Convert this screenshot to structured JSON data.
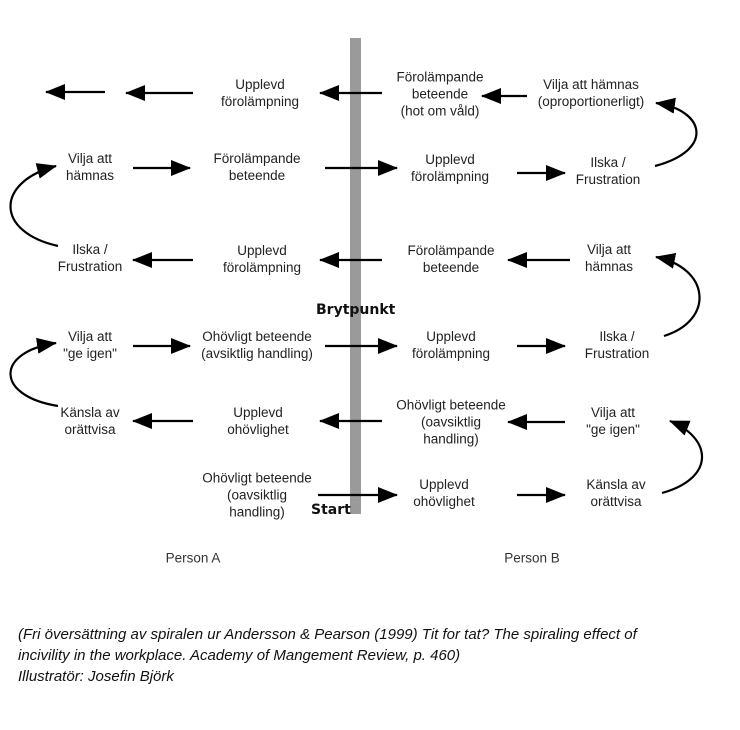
{
  "divider": {
    "top_label": "Brytpunkt",
    "bottom_label": "Start"
  },
  "persons": {
    "a": "Person A",
    "b": "Person B"
  },
  "nodes": {
    "a_upplevd_1": [
      "Upplevd",
      "förolämpning"
    ],
    "b_forol_1": [
      "Förolämpande",
      "beteende",
      "(hot om våld)"
    ],
    "b_vilja_1": [
      "Vilja att hämnas",
      "(oproportionerligt)"
    ],
    "a_vilja_1": [
      "Vilja att",
      "hämnas"
    ],
    "a_forol_2": [
      "Förolämpande",
      "beteende"
    ],
    "b_upplevd_2": [
      "Upplevd",
      "förolämpning"
    ],
    "b_ilska_2": [
      "Ilska /",
      "Frustration"
    ],
    "a_ilska_3": [
      "Ilska /",
      "Frustration"
    ],
    "a_upplevd_3": [
      "Upplevd",
      "förolämpning"
    ],
    "b_forol_3": [
      "Förolämpande",
      "beteende"
    ],
    "b_vilja_3": [
      "Vilja att",
      "hämnas"
    ],
    "a_vilja_4": [
      "Vilja att",
      "\"ge igen\""
    ],
    "a_ohov_4": [
      "Ohövligt beteende",
      "(avsiktlig handling)"
    ],
    "b_upplevd_4": [
      "Upplevd",
      "förolämpning"
    ],
    "b_ilska_4": [
      "Ilska /",
      "Frustration"
    ],
    "a_kansla_5": [
      "Känsla av",
      "orättvisa"
    ],
    "a_upplevd_5": [
      "Upplevd",
      "ohövlighet"
    ],
    "b_ohov_5": [
      "Ohövligt beteende",
      "(oavsiktlig",
      "handling)"
    ],
    "b_vilja_5": [
      "Vilja att",
      "\"ge igen\""
    ],
    "a_ohov_6": [
      "Ohövligt beteende",
      "(oavsiktlig",
      "handling)"
    ],
    "b_upplevd_6": [
      "Upplevd",
      "ohövlighet"
    ],
    "b_kansla_6": [
      "Känsla av",
      "orättvisa"
    ]
  },
  "caption": [
    "(Fri översättning av spiralen ur Andersson & Pearson (1999) Tit for tat? The spiraling effect of",
    "incivility in the workplace. Academy of Mangement Review, p. 460)",
    "Illustratör: Josefin Björk"
  ]
}
